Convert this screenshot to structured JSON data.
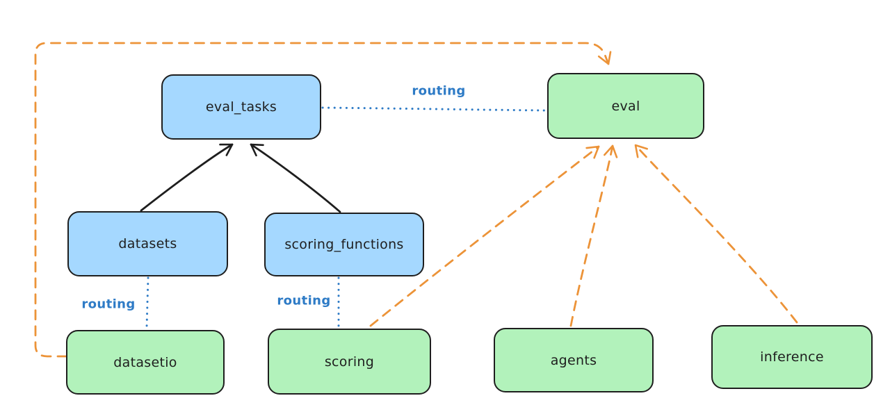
{
  "diagram": {
    "title": "",
    "nodes": [
      {
        "id": "eval_tasks",
        "label": "eval_tasks",
        "color": "#a5d8ff",
        "kind": "resource"
      },
      {
        "id": "eval",
        "label": "eval",
        "color": "#b2f2bb",
        "kind": "api"
      },
      {
        "id": "datasets",
        "label": "datasets",
        "color": "#a5d8ff",
        "kind": "resource"
      },
      {
        "id": "scoring_functions",
        "label": "scoring_functions",
        "color": "#a5d8ff",
        "kind": "resource"
      },
      {
        "id": "datasetio",
        "label": "datasetio",
        "color": "#b2f2bb",
        "kind": "api"
      },
      {
        "id": "scoring",
        "label": "scoring",
        "color": "#b2f2bb",
        "kind": "api"
      },
      {
        "id": "agents",
        "label": "agents",
        "color": "#b2f2bb",
        "kind": "api"
      },
      {
        "id": "inference",
        "label": "inference",
        "color": "#b2f2bb",
        "kind": "api"
      }
    ],
    "edges": [
      {
        "from": "datasets",
        "to": "eval_tasks",
        "style": "solid-arrow",
        "color": "#1e1e1e",
        "label": ""
      },
      {
        "from": "scoring_functions",
        "to": "eval_tasks",
        "style": "solid-arrow",
        "color": "#1e1e1e",
        "label": ""
      },
      {
        "from": "eval_tasks",
        "to": "eval",
        "style": "dotted-line",
        "color": "#2e7bc6",
        "label": "routing"
      },
      {
        "from": "datasets",
        "to": "datasetio",
        "style": "dotted-line",
        "color": "#2e7bc6",
        "label": "routing"
      },
      {
        "from": "scoring_functions",
        "to": "scoring",
        "style": "dotted-line",
        "color": "#2e7bc6",
        "label": "routing"
      },
      {
        "from": "datasetio",
        "to": "eval",
        "style": "dashed-arrow",
        "color": "#ec9338",
        "label": ""
      },
      {
        "from": "scoring",
        "to": "eval",
        "style": "dashed-arrow",
        "color": "#ec9338",
        "label": ""
      },
      {
        "from": "agents",
        "to": "eval",
        "style": "dashed-arrow",
        "color": "#ec9338",
        "label": ""
      },
      {
        "from": "inference",
        "to": "eval",
        "style": "dashed-arrow",
        "color": "#ec9338",
        "label": ""
      }
    ],
    "colors": {
      "resource_fill": "#a5d8ff",
      "api_fill": "#b2f2bb",
      "node_stroke": "#1e1e1e",
      "routing_blue": "#2e7bc6",
      "provider_orange": "#ec9338",
      "background": "#ffffff"
    }
  }
}
